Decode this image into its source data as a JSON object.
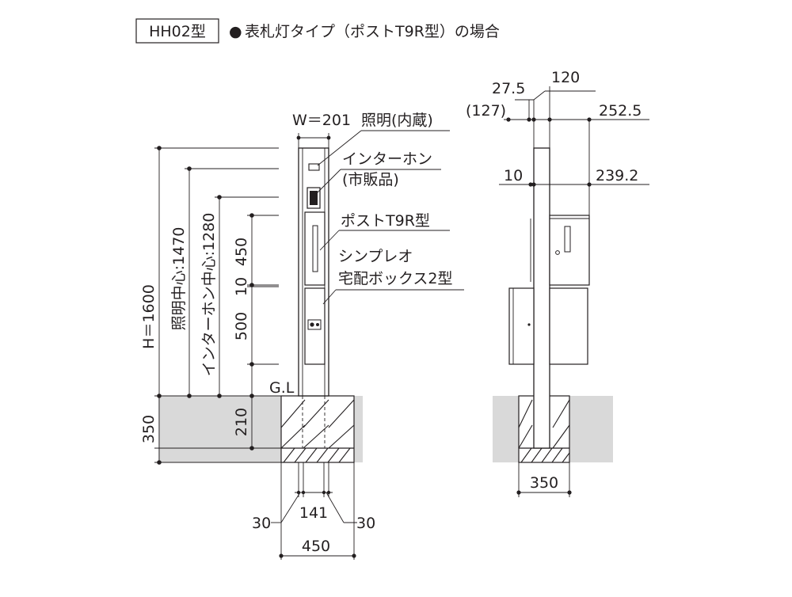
{
  "header": {
    "model_box": "HH02型",
    "bullet": "●",
    "title": "表札灯タイプ（ポストT9R型）の場合"
  },
  "front_view": {
    "width_label": "W＝201",
    "lighting_label": "照明(内蔵)",
    "intercom_label": "インターホン",
    "intercom_sub": "(市販品)",
    "post_label": "ポストT9R型",
    "delivery_label_1": "シンプレオ",
    "delivery_label_2": "宅配ボックス2型",
    "height_total": "H＝1600",
    "light_center": "照明中心:1470",
    "intercom_center": "インターホン中心:1280",
    "dim_450": "450",
    "dim_10": "10",
    "dim_500": "500",
    "gl": "G.L",
    "dim_350": "350",
    "dim_210": "210",
    "dim_30_left": "30",
    "dim_141": "141",
    "dim_30_right": "30",
    "dim_450_base": "450"
  },
  "side_view": {
    "dim_27_5": "27.5",
    "dim_120": "120",
    "dim_127": "(127)",
    "dim_252_5": "252.5",
    "dim_10": "10",
    "dim_239_2": "239.2",
    "dim_350": "350"
  }
}
